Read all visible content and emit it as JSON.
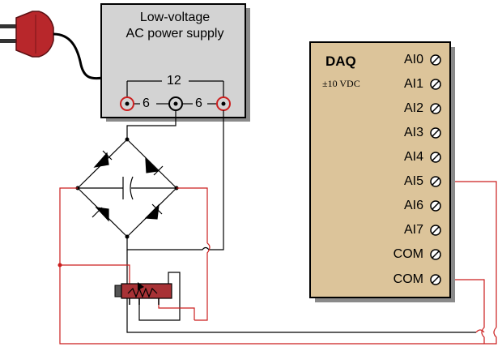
{
  "power_supply": {
    "title_line1": "Low-voltage",
    "title_line2": "AC power supply",
    "outer_label": "12",
    "left_label": "6",
    "right_label": "6"
  },
  "daq": {
    "title": "DAQ",
    "range": "±10 VDC",
    "terminals": [
      "AI0",
      "AI1",
      "AI2",
      "AI3",
      "AI4",
      "AI5",
      "AI6",
      "AI7",
      "COM",
      "COM"
    ]
  },
  "colors": {
    "plug": "#b8272b",
    "wire_red": "#cc1f1f",
    "wire_black": "#000000",
    "psu_body": "#d3d3d3",
    "daq_body": "#dcc49a",
    "resistor_body": "#a83236"
  }
}
